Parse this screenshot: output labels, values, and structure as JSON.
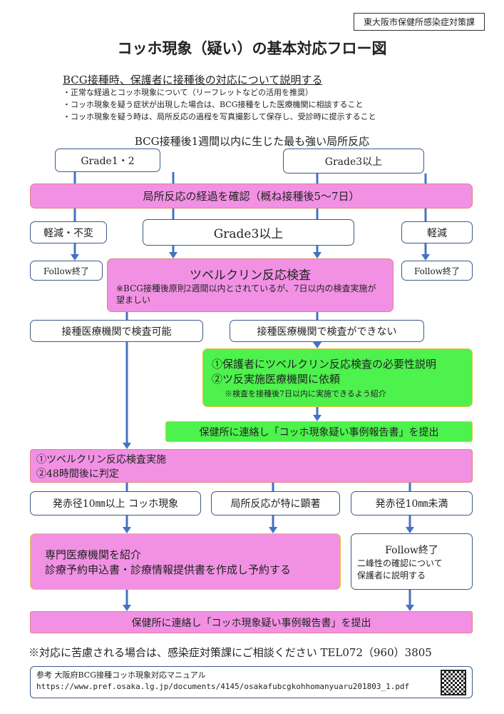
{
  "header": {
    "department": "東大阪市保健所感染症対策課",
    "title": "コッホ現象（疑い）の基本対応フロー図"
  },
  "intro": {
    "heading": "BCG接種時、保護者に接種後の対応について説明する",
    "bullets": [
      "・正常な経過とコッホ現象について（リーフレットなどの活用を推奨）",
      "・コッホ現象を疑う症状が出現した場合は、BCG接種をした医療機関に相談すること",
      "・コッホ現象を疑う時は、局所反応の過程を写真撮影して保存し、受診時に提示すること"
    ]
  },
  "flow": {
    "question": "BCG接種後1週間以内に生じた最も強い局所反応",
    "grade12": "Grade1・2",
    "grade3_top": "Grade3以上",
    "check_course": "局所反応の経過を確認（概ね接種後5～7日）",
    "unchanged": "軽減・不変",
    "grade3_mid": "Grade3以上",
    "reduced": "軽減",
    "follow_end_left": "Follow終了",
    "follow_end_right": "Follow終了",
    "tuberculin_title": "ツベルクリン反応検査",
    "tuberculin_note": "※BCG接種後原則2週間以内とされているが、7日以内の検査実施が望ましい",
    "can_test": "接種医療機関で検査可能",
    "cannot_test": "接種医療機関で検査ができない",
    "green_lines": [
      "①保護者にツベルクリン反応検査の必要性説明",
      "②ツ反実施医療機関に依頼"
    ],
    "green_note": "※検査を接種後7日以内に実施できるよう紹介",
    "report1": "保健所に連絡し「コッホ現象疑い事例報告書」を提出",
    "test_lines": [
      "①ツベルクリン反応検査実施",
      "②48時間後に判定"
    ],
    "result_koch": "発赤径10㎜以上 コッホ現象",
    "result_marked": "局所反応が特に顕著",
    "result_under": "発赤径10㎜未満",
    "refer_lines": [
      "専門医療機関を紹介",
      "診療予約申込書・診療情報提供書を作成し予約する"
    ],
    "follow_final_title": "Follow終了",
    "follow_final_lines": [
      "二峰性の確認について",
      "保護者に説明する"
    ],
    "report2": "保健所に連絡し「コッホ現象疑い事例報告書」を提出"
  },
  "footer": {
    "note": "※対応に苦慮される場合は、感染症対策課にご相談ください TEL072（960）3805",
    "ref_label": "参考 大阪府BCG接種コッホ現象対応マニュアル",
    "ref_url": "https://www.pref.osaka.lg.jp/documents/4145/osakafubcgkohhomanyuaru201803_1.pdf"
  },
  "colors": {
    "arrow": "#4472c4",
    "pink": "#f291e4",
    "green": "#4df24d",
    "border": "#3c5a86"
  }
}
